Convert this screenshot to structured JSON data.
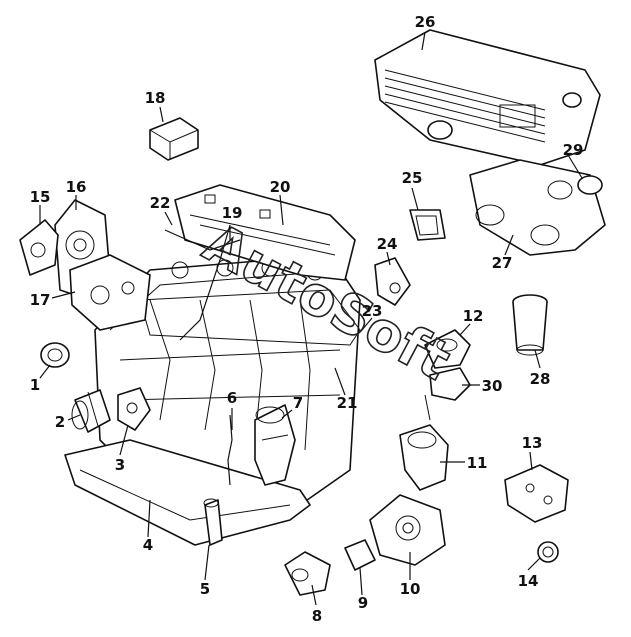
{
  "diagram": {
    "watermark": "AutoSoft",
    "callouts": [
      {
        "id": "1",
        "label": "1"
      },
      {
        "id": "2",
        "label": "2"
      },
      {
        "id": "3",
        "label": "3"
      },
      {
        "id": "4",
        "label": "4"
      },
      {
        "id": "5",
        "label": "5"
      },
      {
        "id": "6",
        "label": "6"
      },
      {
        "id": "7",
        "label": "7"
      },
      {
        "id": "8",
        "label": "8"
      },
      {
        "id": "9",
        "label": "9"
      },
      {
        "id": "10",
        "label": "10"
      },
      {
        "id": "11",
        "label": "11"
      },
      {
        "id": "12",
        "label": "12"
      },
      {
        "id": "13",
        "label": "13"
      },
      {
        "id": "14",
        "label": "14"
      },
      {
        "id": "15",
        "label": "15"
      },
      {
        "id": "16",
        "label": "16"
      },
      {
        "id": "17",
        "label": "17"
      },
      {
        "id": "18",
        "label": "18"
      },
      {
        "id": "19",
        "label": "19"
      },
      {
        "id": "20",
        "label": "20"
      },
      {
        "id": "21",
        "label": "21"
      },
      {
        "id": "22",
        "label": "22"
      },
      {
        "id": "23",
        "label": "23"
      },
      {
        "id": "24",
        "label": "24"
      },
      {
        "id": "25",
        "label": "25"
      },
      {
        "id": "26",
        "label": "26"
      },
      {
        "id": "27",
        "label": "27"
      },
      {
        "id": "28",
        "label": "28"
      },
      {
        "id": "29",
        "label": "29"
      },
      {
        "id": "30",
        "label": "30"
      }
    ]
  }
}
